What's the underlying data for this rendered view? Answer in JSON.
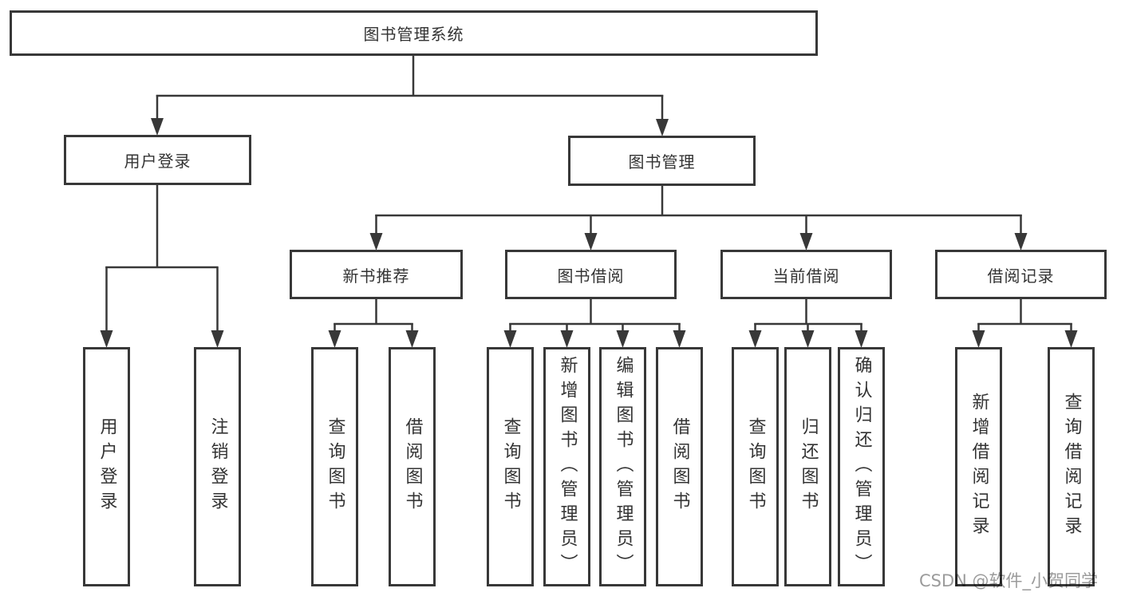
{
  "diagram": {
    "title": "图书管理系统",
    "level2": [
      {
        "label": "用户登录"
      },
      {
        "label": "图书管理"
      }
    ],
    "level3": [
      {
        "label": "新书推荐"
      },
      {
        "label": "图书借阅"
      },
      {
        "label": "当前借阅"
      },
      {
        "label": "借阅记录"
      }
    ],
    "leaves": {
      "user_login": [
        "用户登录",
        "注销登录"
      ],
      "new_book": [
        "查询图书",
        "借阅图书"
      ],
      "book_borrow": [
        "查询图书",
        "新增图书（管理员）",
        "编辑图书（管理员）",
        "借阅图书"
      ],
      "current_borrow": [
        "查询图书",
        "归还图书",
        "确认归还（管理员）"
      ],
      "borrow_records": [
        "新增借阅记录",
        "查询借阅记录"
      ]
    }
  },
  "watermark": "CSDN @软件_小贺同学",
  "colors": {
    "line": "#383838",
    "text": "#333333",
    "watermark": "#9b9b9b",
    "background": "#ffffff"
  }
}
